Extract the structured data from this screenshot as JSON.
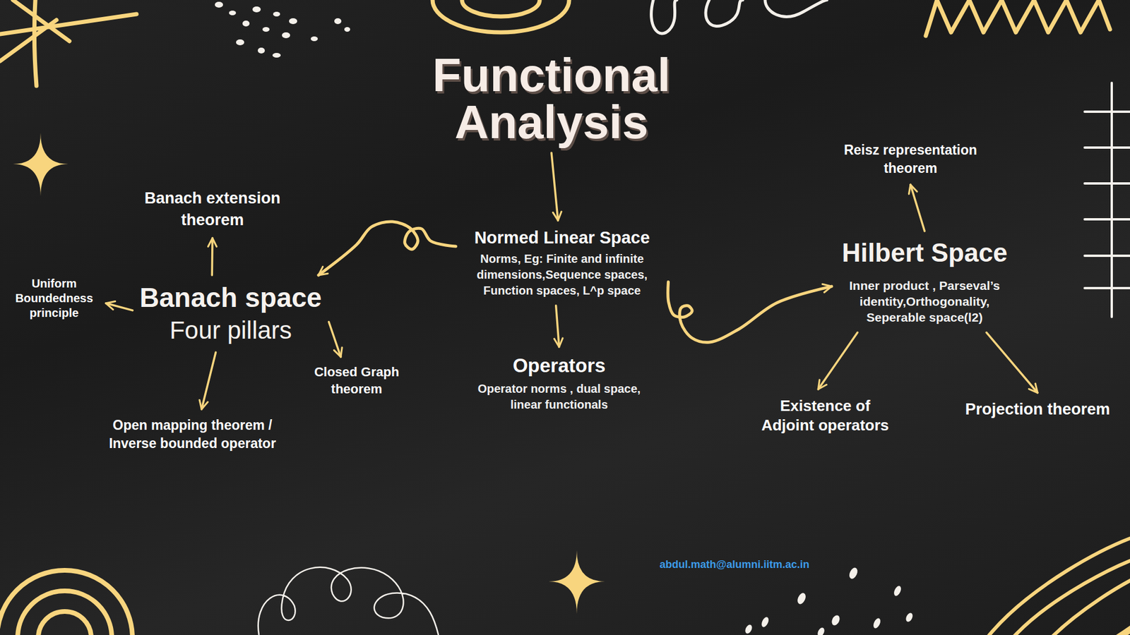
{
  "diagram": {
    "nodes": [
      {
        "text": [
          "Functional Analysis"
        ]
      },
      {
        "text": [
          "Normed Linear Space",
          "Norms, Eg: Finite and infinite dimensions,Sequence spaces, Function spaces, L^p space"
        ]
      },
      {
        "text": [
          "Operators",
          "Operator norms , dual space, linear functionals"
        ]
      },
      {
        "text": [
          "Banach space",
          "Four pillars"
        ]
      },
      {
        "text": [
          "Banach extension theorem"
        ]
      },
      {
        "text": [
          "Uniform Boundedness principle"
        ]
      },
      {
        "text": [
          "Open mapping theorem / Inverse bounded operator"
        ]
      },
      {
        "text": [
          "Closed Graph theorem"
        ]
      },
      {
        "text": [
          "Hilbert Space",
          "Inner product , Parseval’s identity,Orthogonality, Seperable space(l2)"
        ]
      },
      {
        "text": [
          "Reisz representation theorem"
        ]
      },
      {
        "text": [
          "Existence of Adjoint operators"
        ]
      },
      {
        "text": [
          "Projection theorem"
        ]
      }
    ],
    "edges": [
      {
        "from": 0,
        "to": 1,
        "arrow": "to"
      },
      {
        "from": 1,
        "to": 3,
        "arrow": "to"
      },
      {
        "from": 1,
        "to": 8,
        "arrow": "to"
      },
      {
        "from": 1,
        "to": 2,
        "arrow": "to"
      },
      {
        "from": 3,
        "to": 4,
        "arrow": "to"
      },
      {
        "from": 3,
        "to": 5,
        "arrow": "to"
      },
      {
        "from": 3,
        "to": 6,
        "arrow": "to"
      },
      {
        "from": 3,
        "to": 7,
        "arrow": "to"
      },
      {
        "from": 8,
        "to": 9,
        "arrow": "to"
      },
      {
        "from": 8,
        "to": 10,
        "arrow": "to"
      },
      {
        "from": 8,
        "to": 11,
        "arrow": "to"
      }
    ],
    "labels": [
      "abdul.math@alumni.iitm.ac.in"
    ]
  }
}
